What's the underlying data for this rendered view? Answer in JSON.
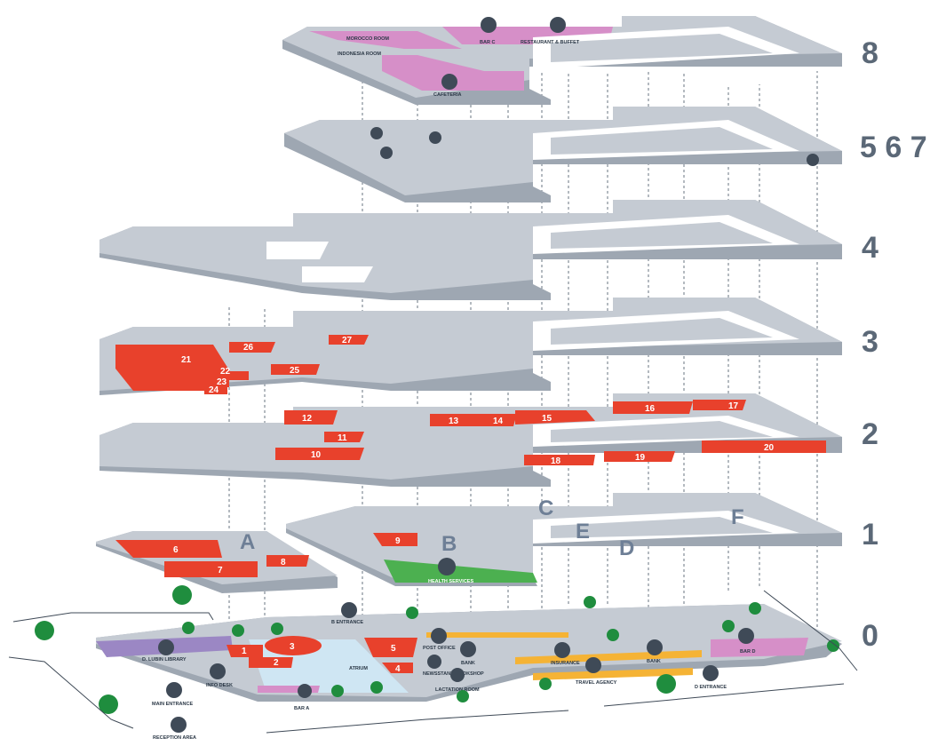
{
  "levels": [
    "8",
    "5 6 7",
    "4",
    "3",
    "2",
    "1",
    "0"
  ],
  "zones": [
    "A",
    "B",
    "C",
    "D",
    "E",
    "F"
  ],
  "places": {
    "morocco_room": "MOROCCO ROOM",
    "indonesia_room": "INDONESIA ROOM",
    "bar_c": "BAR C",
    "restaurant_buffet": "RESTAURANT & BUFFET",
    "cafeteria": "CAFETERIA",
    "health_services": "HEALTH SERVICES",
    "b_entrance": "B ENTRANCE",
    "d_lubin_library": "D. LUBIN LIBRARY",
    "info_desk": "INFO DESK",
    "main_entrance": "MAIN ENTRANCE",
    "reception_area": "RECEPTION AREA",
    "atrium": "ATRIUM",
    "bar_a": "BAR A",
    "post_office": "POST OFFICE",
    "bank": "BANK",
    "newsstand_bookshop": "NEWSSTAND BOOKSHOP",
    "lactation_room": "LACTATION ROOM",
    "insurance": "INSURANCE",
    "travel_agency": "TRAVEL AGENCY",
    "d_entrance": "D ENTRANCE",
    "bar_d": "BAR D"
  },
  "rooms": [
    "1",
    "2",
    "3",
    "4",
    "5",
    "6",
    "7",
    "8",
    "9",
    "10",
    "11",
    "12",
    "13",
    "14",
    "15",
    "16",
    "17",
    "18",
    "19",
    "20",
    "21",
    "22",
    "23",
    "24",
    "25",
    "26",
    "27"
  ],
  "colors": {
    "floor": "#c5cbd3",
    "floor_edge": "#9ea7b2",
    "corridor": "#ffffff",
    "room_red": "#e8412c",
    "room_pink": "#d68fc8",
    "library_purple": "#9b87c4",
    "health_green": "#4cb050",
    "atrium_blue": "#cfe6f3",
    "path_orange": "#f5b335",
    "icon_dark": "#3f4a57",
    "exit_green": "#1f8d3e",
    "level_text": "#5b6877"
  },
  "icons": [
    "restroom-icon",
    "accessible-icon",
    "stairs-icon",
    "emergency-exit-icon",
    "entrance-arrow-icon",
    "restaurant-icon",
    "coffee-icon",
    "health-cross-icon",
    "book-icon",
    "info-icon",
    "mail-icon",
    "euro-icon",
    "plane-icon",
    "elevator-icon"
  ]
}
